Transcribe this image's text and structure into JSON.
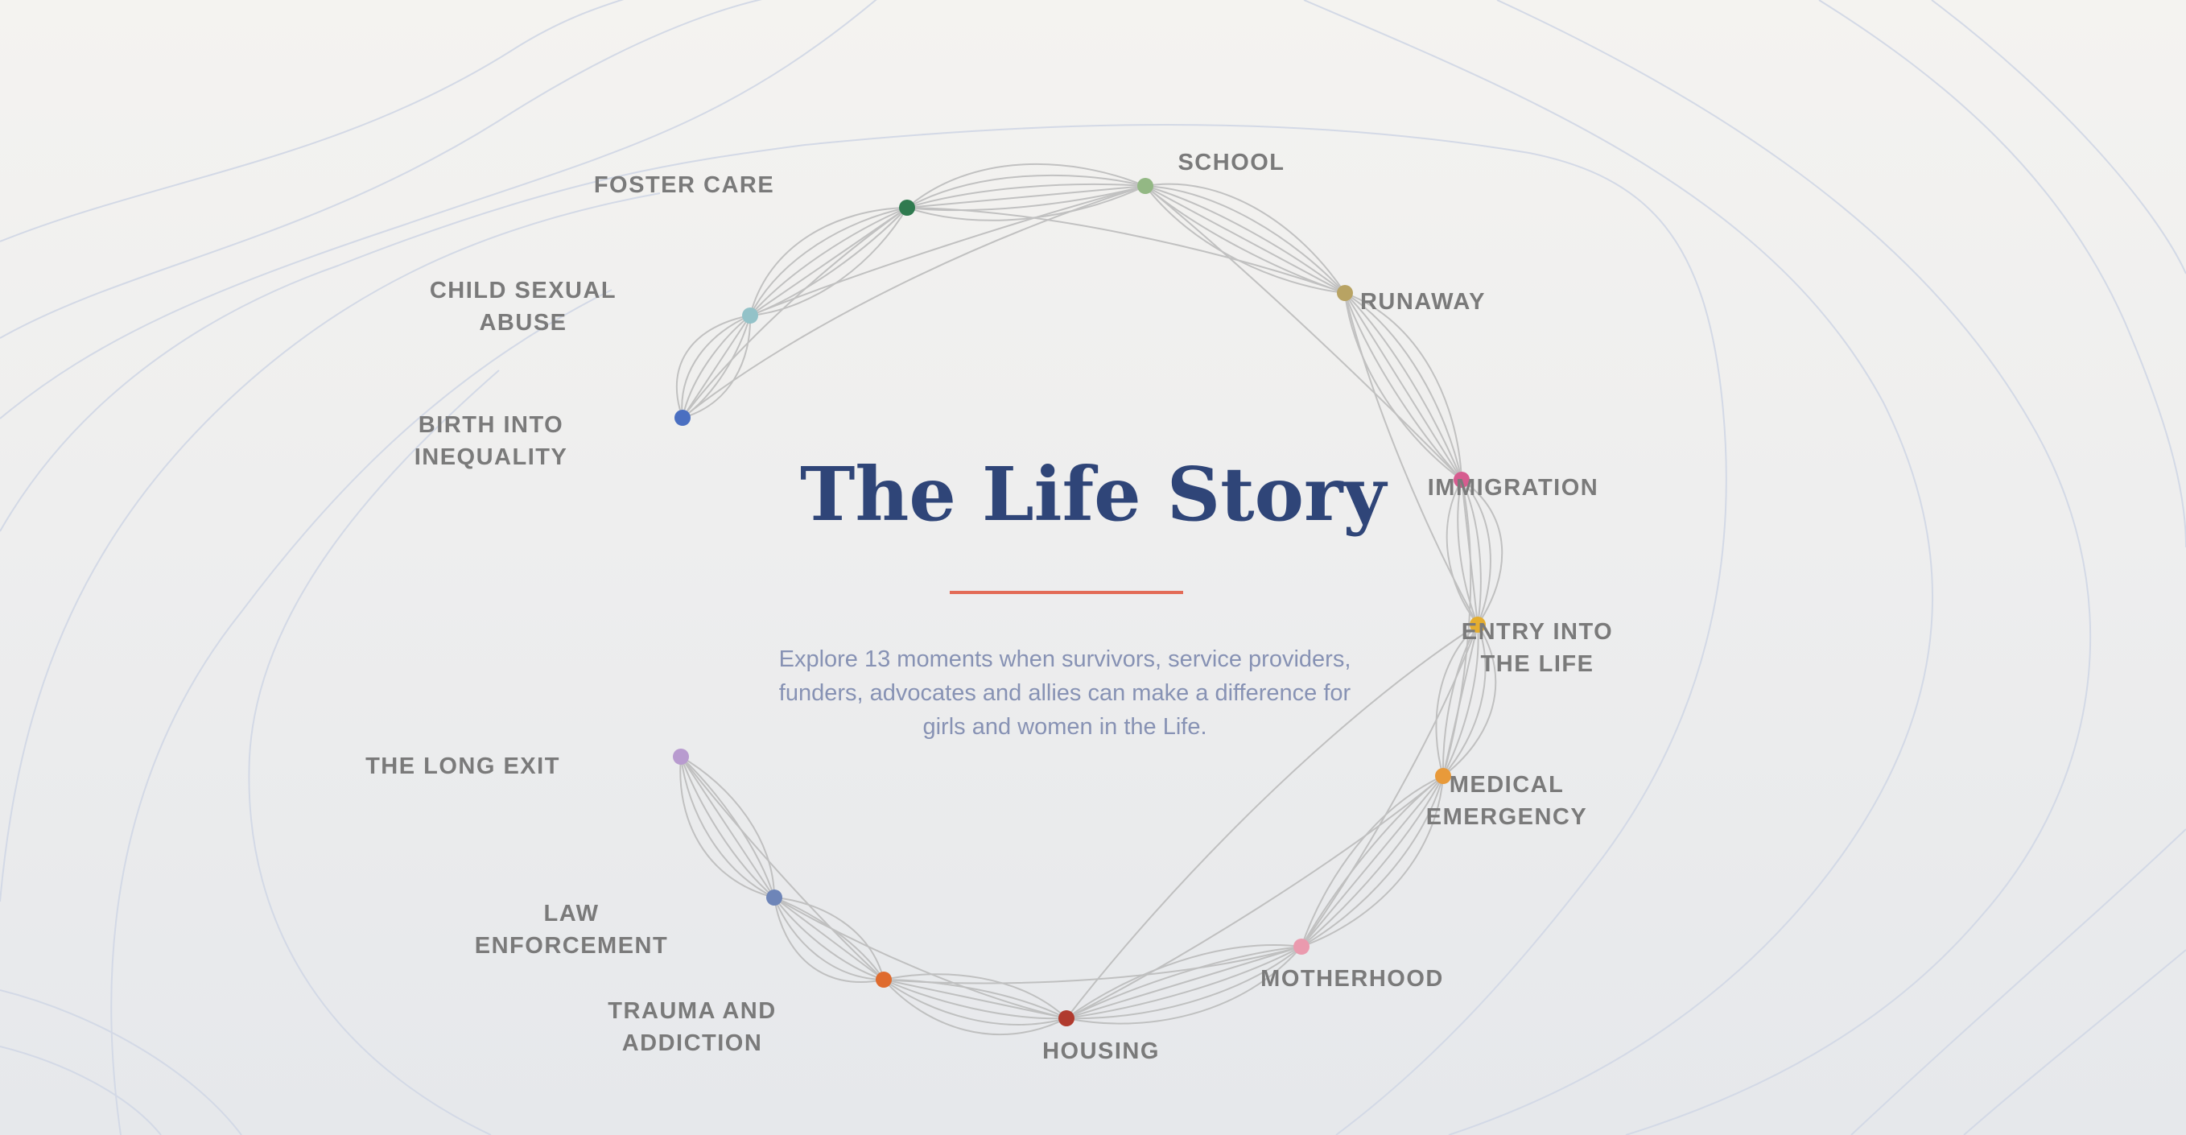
{
  "page": {
    "title": "The Life Story",
    "subtitle": "Explore 13 moments when survivors, service providers, funders, advocates and allies can make a difference for girls and women in the Life."
  },
  "colors": {
    "title": "#2f4578",
    "divider": "#e36b57",
    "subtitle": "#8792b4",
    "label": "#7a7a7a",
    "path": "#b9b9b9",
    "contour": "#d3d9e6"
  },
  "nodes": [
    {
      "id": "birth-into-inequality",
      "lines": [
        "BIRTH INTO",
        "INEQUALITY"
      ],
      "color": "#4a6fc1"
    },
    {
      "id": "child-sexual-abuse",
      "lines": [
        "CHILD SEXUAL",
        "ABUSE"
      ],
      "color": "#93c2c8"
    },
    {
      "id": "foster-care",
      "lines": [
        "FOSTER CARE"
      ],
      "color": "#2f7a4f"
    },
    {
      "id": "school",
      "lines": [
        "SCHOOL"
      ],
      "color": "#93b884"
    },
    {
      "id": "runaway",
      "lines": [
        "RUNAWAY"
      ],
      "color": "#b8a363"
    },
    {
      "id": "immigration",
      "lines": [
        "IMMIGRATION"
      ],
      "color": "#d65c8f"
    },
    {
      "id": "entry-into-the-life",
      "lines": [
        "ENTRY INTO",
        "THE LIFE"
      ],
      "color": "#e5ae2f"
    },
    {
      "id": "medical-emergency",
      "lines": [
        "MEDICAL",
        "EMERGENCY"
      ],
      "color": "#e89a3a"
    },
    {
      "id": "motherhood",
      "lines": [
        "MOTHERHOOD"
      ],
      "color": "#ea9aae"
    },
    {
      "id": "housing",
      "lines": [
        "HOUSING"
      ],
      "color": "#b03a2e"
    },
    {
      "id": "trauma-and-addiction",
      "lines": [
        "TRAUMA AND",
        "ADDICTION"
      ],
      "color": "#df6b2e"
    },
    {
      "id": "law-enforcement",
      "lines": [
        "LAW",
        "ENFORCEMENT"
      ],
      "color": "#6e85b8"
    },
    {
      "id": "the-long-exit",
      "lines": [
        "THE LONG EXIT"
      ],
      "color": "#b89bcf"
    }
  ]
}
